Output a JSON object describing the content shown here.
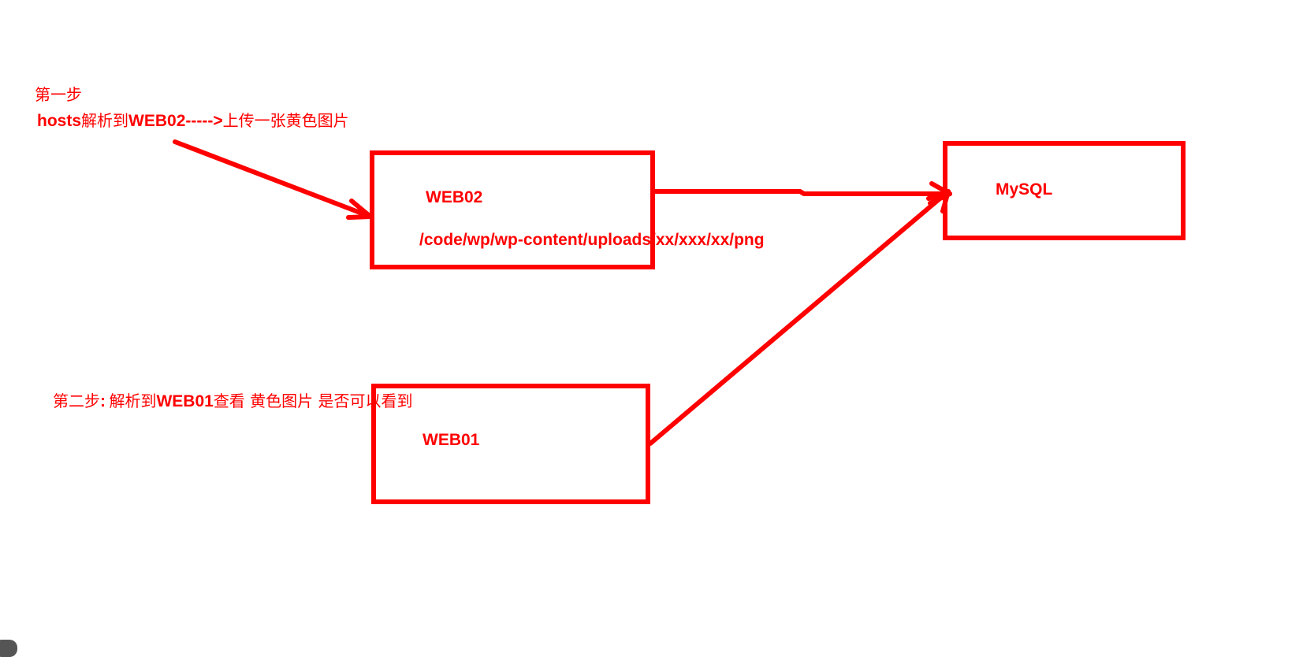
{
  "colors": {
    "stroke": "#ff0000",
    "text": "#ff0000",
    "background": "#ffffff"
  },
  "step1": {
    "title": "第一步",
    "line_prefix": "hosts",
    "line_cn1": "解析到",
    "line_server": "WEB02----->",
    "line_cn2": "上传一张黄色图片"
  },
  "step2": {
    "title": "第二步",
    "colon": ":",
    "cn1": "解析到",
    "server": "WEB01",
    "cn2": "查看 黄色图片 是否可以看到"
  },
  "nodes": {
    "web02": {
      "label": "WEB02",
      "path": "/code/wp/wp-content/uploads/xx/xxx/xx/png"
    },
    "web01": {
      "label": "WEB01"
    },
    "mysql": {
      "label": "MySQL"
    }
  }
}
